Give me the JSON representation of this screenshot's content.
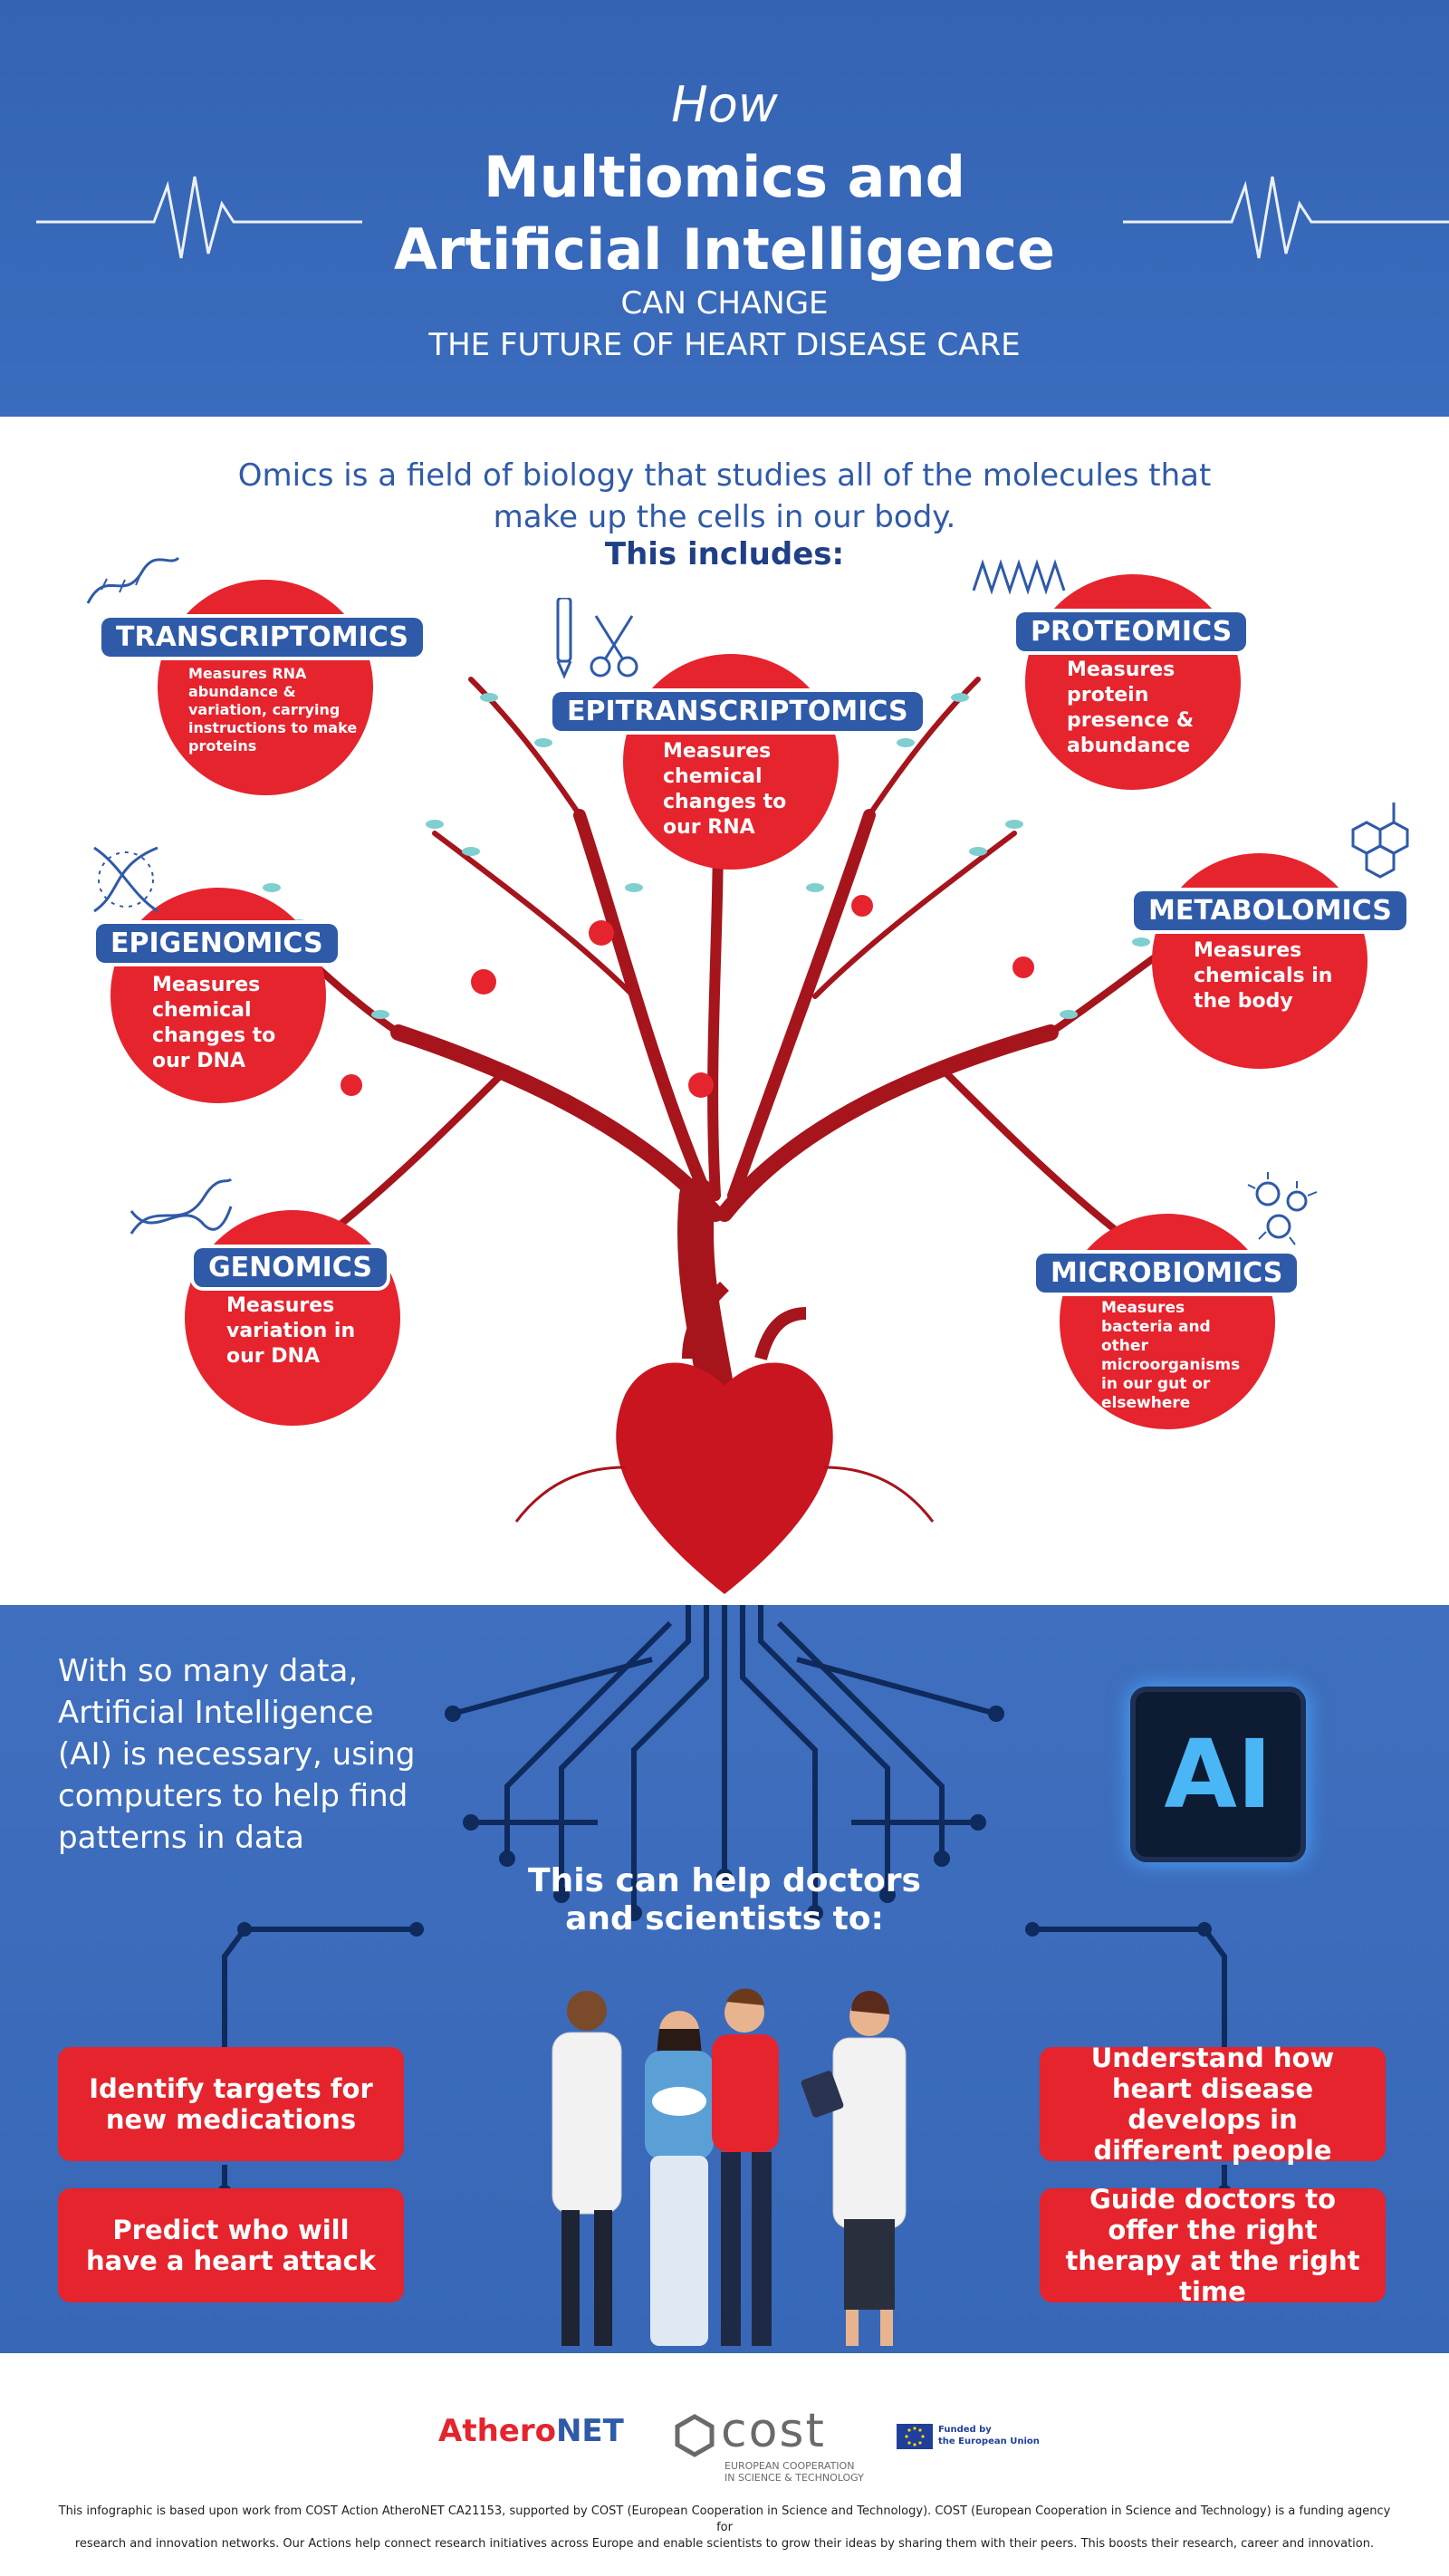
{
  "header": {
    "pre_title": "How",
    "title_line1": "Multiomics and",
    "title_line2": "Artificial Intelligence",
    "subtitle_line1": "CAN CHANGE",
    "subtitle_line2": "THE FUTURE OF HEART DISEASE CARE"
  },
  "intro": {
    "line1": "Omics is a field of biology that studies all of the molecules that",
    "line2": "make up the cells in our body.",
    "includes": "This includes:"
  },
  "omics": {
    "transcriptomics": {
      "label": "TRANSCRIPTOMICS",
      "desc": "Measures RNA abundance & variation, carrying instructions to make proteins"
    },
    "epitranscriptomics": {
      "label": "EPITRANSCRIPTOMICS",
      "desc": "Measures chemical changes to our RNA"
    },
    "proteomics": {
      "label": "PROTEOMICS",
      "desc": "Measures protein presence & abundance"
    },
    "epigenomics": {
      "label": "EPIGENOMICS",
      "desc": "Measures chemical changes to our DNA"
    },
    "metabolomics": {
      "label": "METABOLOMICS",
      "desc": "Measures chemicals in the body"
    },
    "genomics": {
      "label": "GENOMICS",
      "desc": "Measures variation in our DNA"
    },
    "microbiomics": {
      "label": "MICROBIOMICS",
      "desc": "Measures bacteria and other microorganisms in our gut or elsewhere"
    }
  },
  "ai_section": {
    "text": "With so many data, Artificial Intelligence (AI) is necessary, using computers to help find patterns in data",
    "ai_badge": "AI",
    "help_line1": "This can help doctors",
    "help_line2": "and scientists to:",
    "actions": {
      "identify": "Identify targets for new medications",
      "predict": "Predict who will have a heart attack",
      "understand": "Understand how heart disease develops in different people",
      "guide": "Guide doctors to offer the right therapy at the right time"
    }
  },
  "footer": {
    "logo_athero_a": "Athero",
    "logo_athero_b": "NET",
    "logo_cost": "cost",
    "logo_cost_sub1": "EUROPEAN COOPERATION",
    "logo_cost_sub2": "IN SCIENCE & TECHNOLOGY",
    "eu_line1": "Funded by",
    "eu_line2": "the European Union",
    "note_line1": "This infographic is based upon work from COST Action AtheroNET CA21153, supported by COST (European Cooperation in Science and Technology). COST (European Cooperation in Science and Technology) is a funding agency for",
    "note_line2": "research and innovation networks. Our Actions help connect research initiatives across Europe and enable scientists to grow their ideas by sharing them with their peers. This boosts their research, career and innovation."
  },
  "colors": {
    "header_blue": "#3563b3",
    "accent_red": "#e5242e",
    "label_blue": "#2f5aa8",
    "dark_navy": "#0d1b33"
  }
}
